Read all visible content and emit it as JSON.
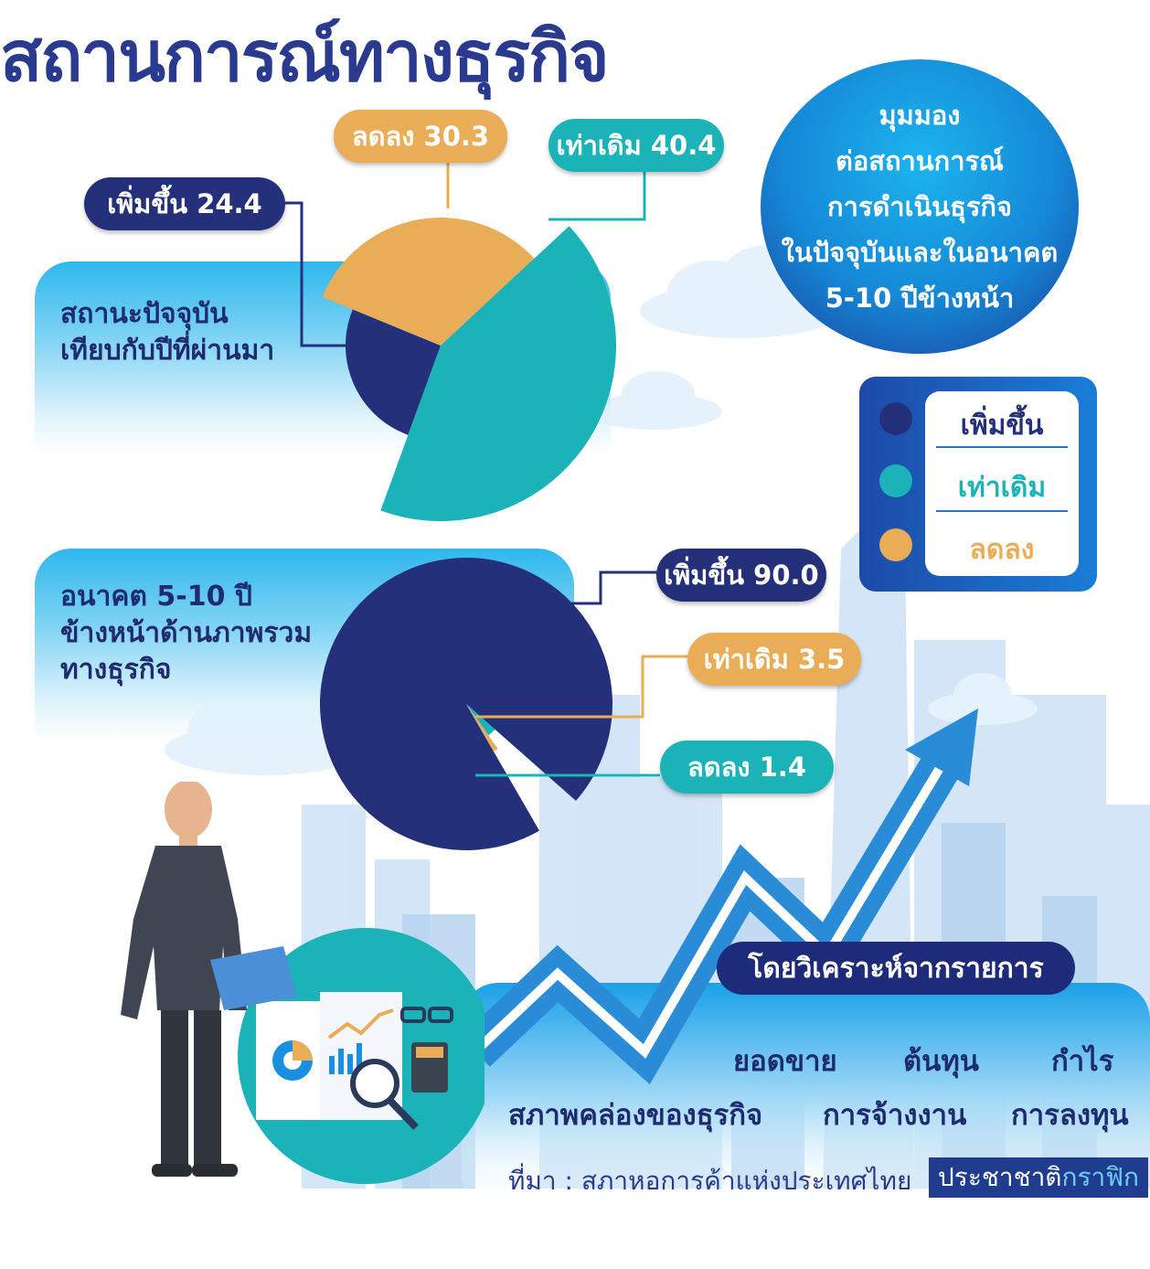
{
  "title": "สถานการณ์ทางธุรกิจ",
  "perspective": {
    "lines": [
      "มุมมอง",
      "ต่อสถานการณ์",
      "การดำเนินธุรกิจ",
      "ในปัจจุบันและในอนาคต",
      "5-10 ปีข้างหน้า"
    ]
  },
  "legend": {
    "items": [
      {
        "label": "เพิ่มขึ้น",
        "color": "#25307a"
      },
      {
        "label": "เท่าเดิม",
        "color": "#1bb3b8"
      },
      {
        "label": "ลดลง",
        "color": "#e9ad58"
      }
    ]
  },
  "colors": {
    "increase": "#25307a",
    "same": "#1bb3b8",
    "decrease": "#e9ad58",
    "accent_blue": "#1a8fe0"
  },
  "chart_data": [
    {
      "type": "pie",
      "title": "สถานะปัจจุบัน เทียบกับปีที่ผ่านมา",
      "title_lines": [
        "สถานะปัจจุบัน",
        "เทียบกับปีที่ผ่านมา"
      ],
      "slices": [
        {
          "name": "เพิ่มขึ้น",
          "value": 24.4,
          "label": "เพิ่มขึ้น 24.4"
        },
        {
          "name": "ลดลง",
          "value": 30.3,
          "label": "ลดลง 30.3"
        },
        {
          "name": "เท่าเดิม",
          "value": 40.4,
          "label": "เท่าเดิม 40.4"
        }
      ]
    },
    {
      "type": "pie",
      "title": "อนาคต 5-10 ปี ข้างหน้าด้านภาพรวม ทางธุรกิจ",
      "title_lines": [
        "อนาคต 5-10 ปี",
        "ข้างหน้าด้านภาพรวม",
        "ทางธุรกิจ"
      ],
      "slices": [
        {
          "name": "เพิ่มขึ้น",
          "value": 90.0,
          "label": "เพิ่มขึ้น 90.0"
        },
        {
          "name": "เท่าเดิม",
          "value": 3.5,
          "label": "เท่าเดิม 3.5"
        },
        {
          "name": "ลดลง",
          "value": 1.4,
          "label": "ลดลง 1.4"
        }
      ]
    }
  ],
  "factors": {
    "heading": "โดยวิเคราะห์จากรายการ",
    "items": [
      "ยอดขาย",
      "ต้นทุน",
      "กำไร",
      "สภาพคล่องของธุรกิจ",
      "การจ้างงาน",
      "การลงทุน"
    ]
  },
  "source": "ที่มา : สภาหอการค้าแห่งประเทศไทย",
  "brand": {
    "part1": "ประชาชาติ",
    "part2": "กราฟิก",
    "color1": "#ffffff",
    "color2": "#6fd0f5"
  }
}
